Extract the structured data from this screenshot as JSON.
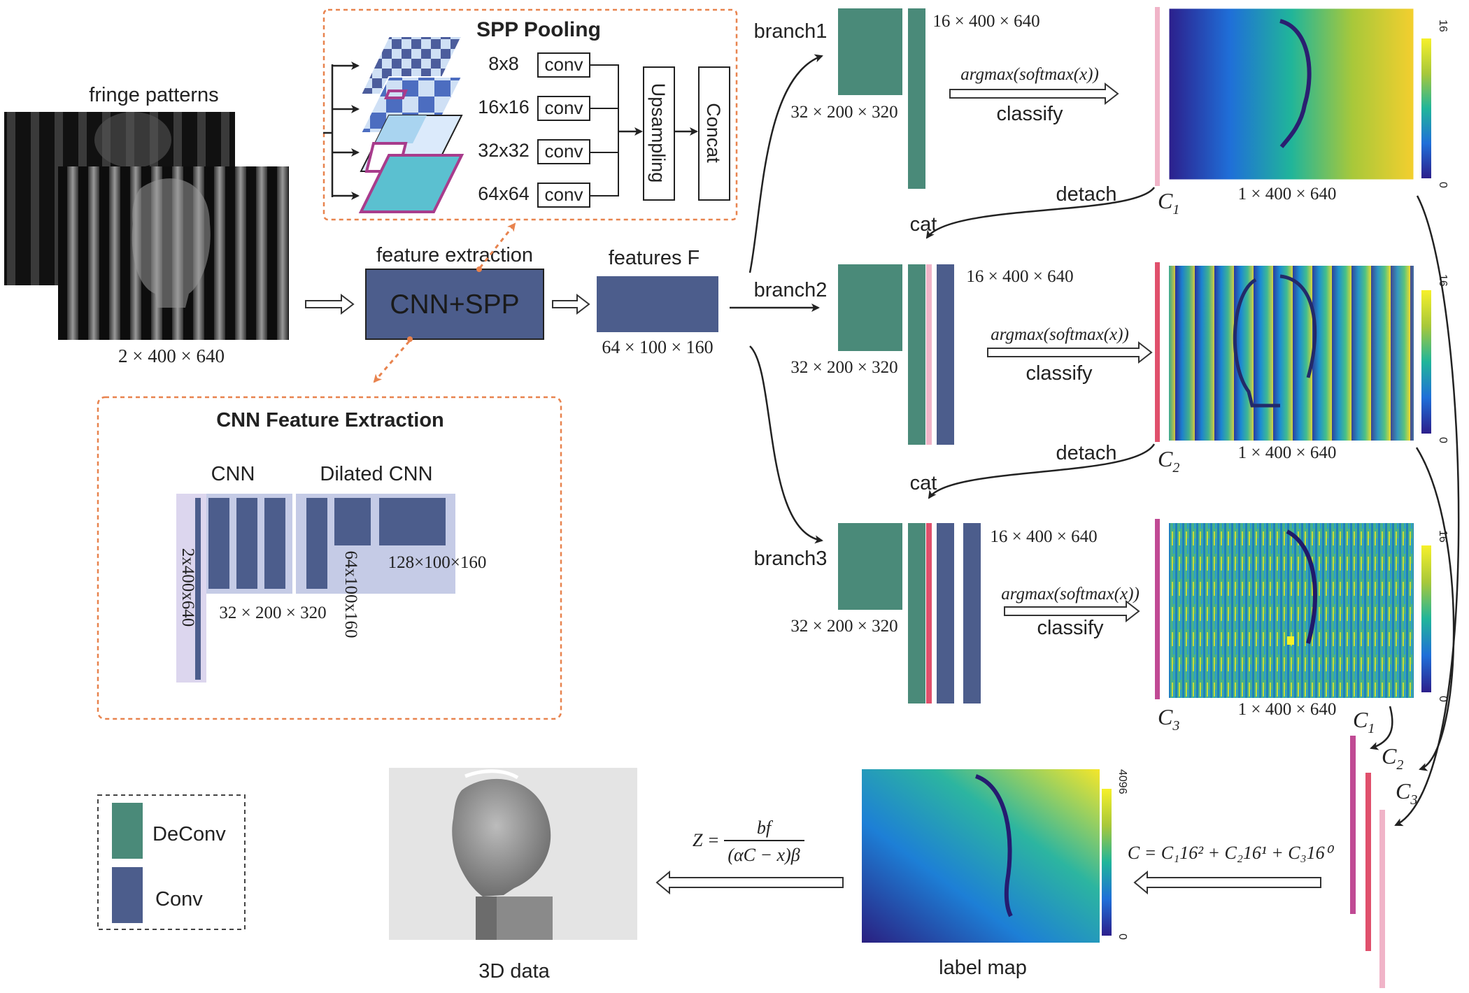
{
  "colors": {
    "deconv": "#4a8a79",
    "conv": "#4c5d8c",
    "c1": "#f0b4c8",
    "c2": "#e0506c",
    "c3": "#c04a94",
    "dashed_orange": "#e8834e",
    "light_band": "#c5cbe6"
  },
  "input": {
    "title": "fringe patterns",
    "dims": "2 × 400 × 640"
  },
  "extractor": {
    "top_label": "feature extraction",
    "box_label": "CNN+SPP"
  },
  "features": {
    "title": "features F",
    "dims": "64 × 100 × 160"
  },
  "spp": {
    "title": "SPP  Pooling",
    "rows": [
      {
        "size": "8x8",
        "op": "conv"
      },
      {
        "size": "16x16",
        "op": "conv"
      },
      {
        "size": "32x32",
        "op": "conv"
      },
      {
        "size": "64x64",
        "op": "conv"
      }
    ],
    "upsampling": "Upsampling",
    "concat": "Concat"
  },
  "cnn_panel": {
    "title": "CNN  Feature Extraction",
    "cnn_label": "CNN",
    "dilated_label": "Dilated CNN",
    "dim_input": "2x400x640",
    "dim_cnn": "32 × 200 × 320",
    "dim_dilated_1": "64x100x160",
    "dim_dilated_2": "128×100×160"
  },
  "branches": [
    {
      "name": "branch1",
      "deconv_dims": "32 × 200 × 320",
      "out_dims": "16 × 400 × 640",
      "op": "argmax(softmax(x))",
      "op2": "classify",
      "map_dims": "1 × 400 × 640",
      "class": "C",
      "sub": "1",
      "cb_max": "16",
      "cb_min": "0"
    },
    {
      "name": "branch2",
      "deconv_dims": "32 × 200 × 320",
      "out_dims": "16 × 400 × 640",
      "op": "argmax(softmax(x))",
      "op2": "classify",
      "map_dims": "1 × 400 × 640",
      "class": "C",
      "sub": "2",
      "cb_max": "16",
      "cb_min": "0"
    },
    {
      "name": "branch3",
      "deconv_dims": "32 × 200 × 320",
      "out_dims": "16 × 400 × 640",
      "op": "argmax(softmax(x))",
      "op2": "classify",
      "map_dims": "1 × 400 × 640",
      "class": "C",
      "sub": "3",
      "cb_max": "16",
      "cb_min": "0"
    }
  ],
  "detach_label": "detach",
  "cat_label": "cat",
  "stack": {
    "labels": [
      {
        "class": "C",
        "sub": "1"
      },
      {
        "class": "C",
        "sub": "2"
      },
      {
        "class": "C",
        "sub": "3"
      }
    ]
  },
  "label_map": {
    "title": "label map",
    "cb_max": "4096",
    "cb_min": "0"
  },
  "formula_combine": "C = C₁16² + C₂16¹ + C₃16⁰",
  "formula_depth": {
    "lhs": "Z =",
    "numerator": "bf",
    "denominator": "(αC − x)β"
  },
  "output": {
    "title": "3D data"
  },
  "legend": {
    "items": [
      {
        "label": "DeConv"
      },
      {
        "label": "Conv"
      }
    ]
  }
}
